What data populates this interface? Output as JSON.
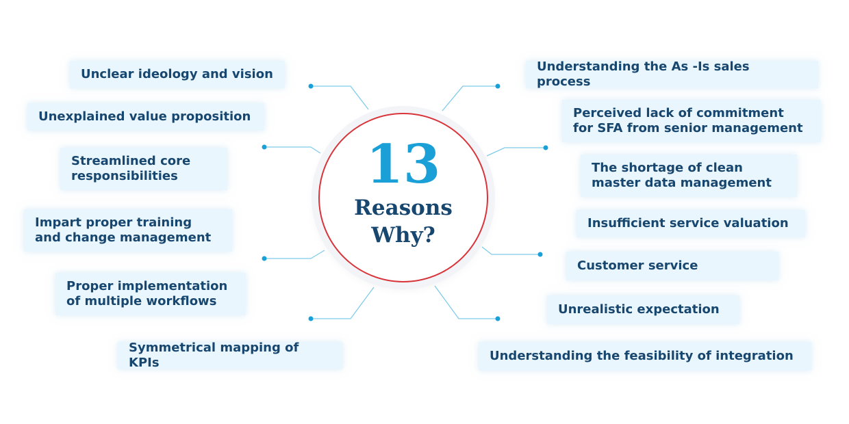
{
  "center": {
    "number": "13",
    "line1": "Reasons",
    "line2": "Why?"
  },
  "left_reasons": [
    "Unclear ideology and vision",
    "Unexplained value proposition",
    "Streamlined core\nresponsibilities",
    "Impart proper training\nand change management",
    "Proper implementation\nof multiple workflows",
    "Symmetrical mapping of KPIs"
  ],
  "right_reasons": [
    "Understanding the As -Is sales process",
    "Perceived lack of commitment\nfor SFA from senior management",
    "The shortage of clean\nmaster data management",
    "Insufficient service valuation",
    "Customer service",
    "Unrealistic expectation",
    "Understanding the feasibility of integration"
  ],
  "colors": {
    "box_fill": "#eaf6fd",
    "text": "#17466f",
    "accent": "#1a9fd6",
    "ring": "#d9343a",
    "connector": "#7fcbea"
  }
}
